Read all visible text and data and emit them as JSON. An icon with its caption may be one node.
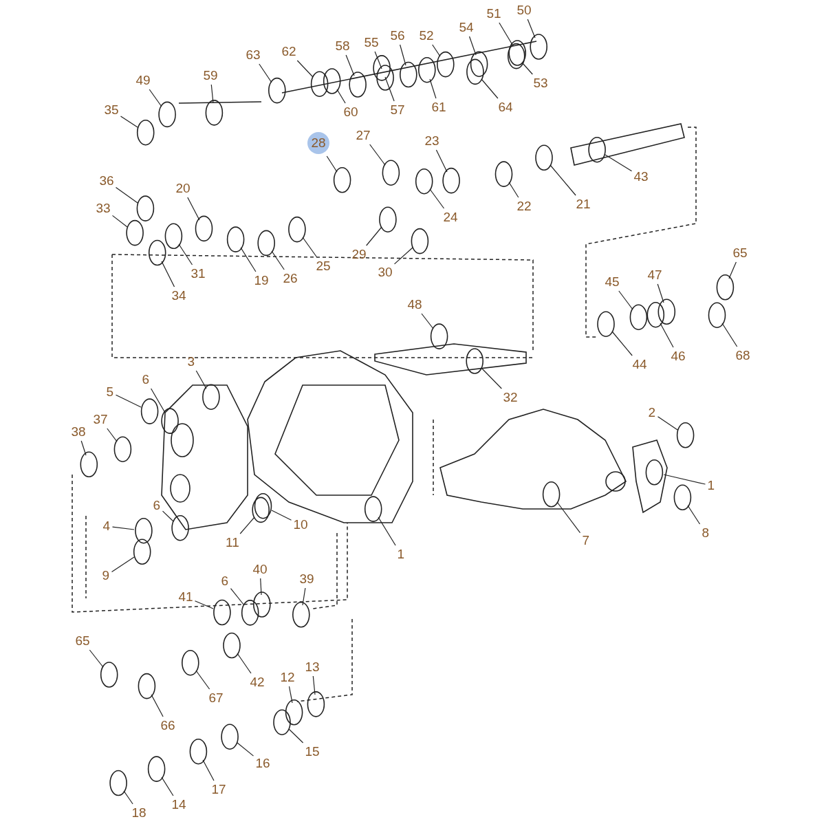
{
  "diagram": {
    "nodes": [
      {
        "text": [
          "50"
        ]
      },
      {
        "text": [
          "51"
        ]
      },
      {
        "text": [
          "52"
        ]
      },
      {
        "text": [
          "54"
        ]
      },
      {
        "text": [
          "63"
        ]
      },
      {
        "text": [
          "62"
        ]
      },
      {
        "text": [
          "58"
        ]
      },
      {
        "text": [
          "55"
        ]
      },
      {
        "text": [
          "56"
        ]
      },
      {
        "text": [
          "53"
        ]
      },
      {
        "text": [
          "49"
        ]
      },
      {
        "text": [
          "59"
        ]
      },
      {
        "text": [
          "60"
        ]
      },
      {
        "text": [
          "57"
        ]
      },
      {
        "text": [
          "61"
        ]
      },
      {
        "text": [
          "64"
        ]
      },
      {
        "text": [
          "35"
        ]
      },
      {
        "text": [
          "28"
        ]
      },
      {
        "text": [
          "27"
        ]
      },
      {
        "text": [
          "23"
        ]
      },
      {
        "text": [
          "43"
        ]
      },
      {
        "text": [
          "36"
        ]
      },
      {
        "text": [
          "20"
        ]
      },
      {
        "text": [
          "22"
        ]
      },
      {
        "text": [
          "21"
        ]
      },
      {
        "text": [
          "33"
        ]
      },
      {
        "text": [
          "24"
        ]
      },
      {
        "text": [
          "31"
        ]
      },
      {
        "text": [
          "19"
        ]
      },
      {
        "text": [
          "26"
        ]
      },
      {
        "text": [
          "25"
        ]
      },
      {
        "text": [
          "29"
        ]
      },
      {
        "text": [
          "30"
        ]
      },
      {
        "text": [
          "34"
        ]
      },
      {
        "text": [
          "65"
        ]
      },
      {
        "text": [
          "45"
        ]
      },
      {
        "text": [
          "47"
        ]
      },
      {
        "text": [
          "48"
        ]
      },
      {
        "text": [
          "44"
        ]
      },
      {
        "text": [
          "46"
        ]
      },
      {
        "text": [
          "68"
        ]
      },
      {
        "text": [
          "3"
        ]
      },
      {
        "text": [
          "6"
        ]
      },
      {
        "text": [
          "32"
        ]
      },
      {
        "text": [
          "5"
        ]
      },
      {
        "text": [
          "37"
        ]
      },
      {
        "text": [
          "38"
        ]
      },
      {
        "text": [
          "2"
        ]
      },
      {
        "text": [
          "1"
        ]
      },
      {
        "text": [
          "6"
        ]
      },
      {
        "text": [
          "4"
        ]
      },
      {
        "text": [
          "10"
        ]
      },
      {
        "text": [
          "11"
        ]
      },
      {
        "text": [
          "8"
        ]
      },
      {
        "text": [
          "7"
        ]
      },
      {
        "text": [
          "1"
        ]
      },
      {
        "text": [
          "9"
        ]
      },
      {
        "text": [
          "40"
        ]
      },
      {
        "text": [
          "6"
        ]
      },
      {
        "text": [
          "39"
        ]
      },
      {
        "text": [
          "41"
        ]
      },
      {
        "text": [
          "65"
        ]
      },
      {
        "text": [
          "13"
        ]
      },
      {
        "text": [
          "12"
        ]
      },
      {
        "text": [
          "42"
        ]
      },
      {
        "text": [
          "67"
        ]
      },
      {
        "text": [
          "66"
        ]
      },
      {
        "text": [
          "15"
        ]
      },
      {
        "text": [
          "16"
        ]
      },
      {
        "text": [
          "17"
        ]
      },
      {
        "text": [
          "14"
        ]
      },
      {
        "text": [
          "18"
        ]
      }
    ],
    "edges": [
      {
        "from": 0,
        "to": null,
        "arrow": "none"
      },
      {
        "from": 1,
        "to": null,
        "arrow": "none"
      },
      {
        "from": 2,
        "to": null,
        "arrow": "none"
      },
      {
        "from": 3,
        "to": null,
        "arrow": "none"
      },
      {
        "from": 4,
        "to": null,
        "arrow": "none"
      },
      {
        "from": 5,
        "to": null,
        "arrow": "none"
      },
      {
        "from": 6,
        "to": null,
        "arrow": "none"
      },
      {
        "from": 7,
        "to": null,
        "arrow": "none"
      },
      {
        "from": 8,
        "to": null,
        "arrow": "none"
      },
      {
        "from": 9,
        "to": null,
        "arrow": "none"
      },
      {
        "from": 10,
        "to": null,
        "arrow": "none"
      },
      {
        "from": 11,
        "to": null,
        "arrow": "none"
      },
      {
        "from": 12,
        "to": null,
        "arrow": "none"
      },
      {
        "from": 13,
        "to": null,
        "arrow": "none"
      },
      {
        "from": 14,
        "to": null,
        "arrow": "none"
      },
      {
        "from": 15,
        "to": null,
        "arrow": "none"
      },
      {
        "from": 16,
        "to": null,
        "arrow": "none"
      },
      {
        "from": 17,
        "to": null,
        "arrow": "none"
      },
      {
        "from": 18,
        "to": null,
        "arrow": "none"
      },
      {
        "from": 19,
        "to": null,
        "arrow": "none"
      },
      {
        "from": 20,
        "to": null,
        "arrow": "none"
      },
      {
        "from": 21,
        "to": null,
        "arrow": "none"
      },
      {
        "from": 22,
        "to": null,
        "arrow": "none"
      },
      {
        "from": 23,
        "to": null,
        "arrow": "none"
      },
      {
        "from": 24,
        "to": null,
        "arrow": "none"
      },
      {
        "from": 25,
        "to": null,
        "arrow": "none"
      },
      {
        "from": 26,
        "to": null,
        "arrow": "none"
      },
      {
        "from": 27,
        "to": null,
        "arrow": "none"
      },
      {
        "from": 28,
        "to": null,
        "arrow": "none"
      },
      {
        "from": 29,
        "to": null,
        "arrow": "none"
      },
      {
        "from": 30,
        "to": null,
        "arrow": "none"
      },
      {
        "from": 31,
        "to": null,
        "arrow": "none"
      },
      {
        "from": 32,
        "to": null,
        "arrow": "none"
      },
      {
        "from": 33,
        "to": null,
        "arrow": "none"
      },
      {
        "from": 34,
        "to": null,
        "arrow": "none"
      },
      {
        "from": 35,
        "to": null,
        "arrow": "none"
      },
      {
        "from": 36,
        "to": null,
        "arrow": "none"
      },
      {
        "from": 37,
        "to": null,
        "arrow": "none"
      },
      {
        "from": 38,
        "to": null,
        "arrow": "none"
      },
      {
        "from": 39,
        "to": null,
        "arrow": "none"
      },
      {
        "from": 40,
        "to": null,
        "arrow": "none"
      },
      {
        "from": 41,
        "to": null,
        "arrow": "none"
      },
      {
        "from": 42,
        "to": null,
        "arrow": "none"
      },
      {
        "from": 43,
        "to": null,
        "arrow": "none"
      },
      {
        "from": 44,
        "to": null,
        "arrow": "none"
      },
      {
        "from": 45,
        "to": null,
        "arrow": "none"
      },
      {
        "from": 46,
        "to": null,
        "arrow": "none"
      },
      {
        "from": 47,
        "to": null,
        "arrow": "none"
      },
      {
        "from": 48,
        "to": null,
        "arrow": "none"
      },
      {
        "from": 49,
        "to": null,
        "arrow": "none"
      },
      {
        "from": 50,
        "to": null,
        "arrow": "none"
      },
      {
        "from": 51,
        "to": null,
        "arrow": "none"
      },
      {
        "from": 52,
        "to": null,
        "arrow": "none"
      },
      {
        "from": 53,
        "to": null,
        "arrow": "none"
      },
      {
        "from": 54,
        "to": null,
        "arrow": "none"
      },
      {
        "from": 55,
        "to": null,
        "arrow": "none"
      },
      {
        "from": 56,
        "to": null,
        "arrow": "none"
      },
      {
        "from": 57,
        "to": null,
        "arrow": "none"
      },
      {
        "from": 58,
        "to": null,
        "arrow": "none"
      },
      {
        "from": 59,
        "to": null,
        "arrow": "none"
      },
      {
        "from": 60,
        "to": null,
        "arrow": "none"
      },
      {
        "from": 61,
        "to": null,
        "arrow": "none"
      },
      {
        "from": 62,
        "to": null,
        "arrow": "none"
      },
      {
        "from": 63,
        "to": null,
        "arrow": "none"
      },
      {
        "from": 64,
        "to": null,
        "arrow": "none"
      },
      {
        "from": 65,
        "to": null,
        "arrow": "none"
      },
      {
        "from": 66,
        "to": null,
        "arrow": "none"
      },
      {
        "from": 67,
        "to": null,
        "arrow": "none"
      },
      {
        "from": 68,
        "to": null,
        "arrow": "none"
      },
      {
        "from": 69,
        "to": null,
        "arrow": "none"
      },
      {
        "from": 70,
        "to": null,
        "arrow": "none"
      },
      {
        "from": 71,
        "to": null,
        "arrow": "none"
      }
    ]
  }
}
